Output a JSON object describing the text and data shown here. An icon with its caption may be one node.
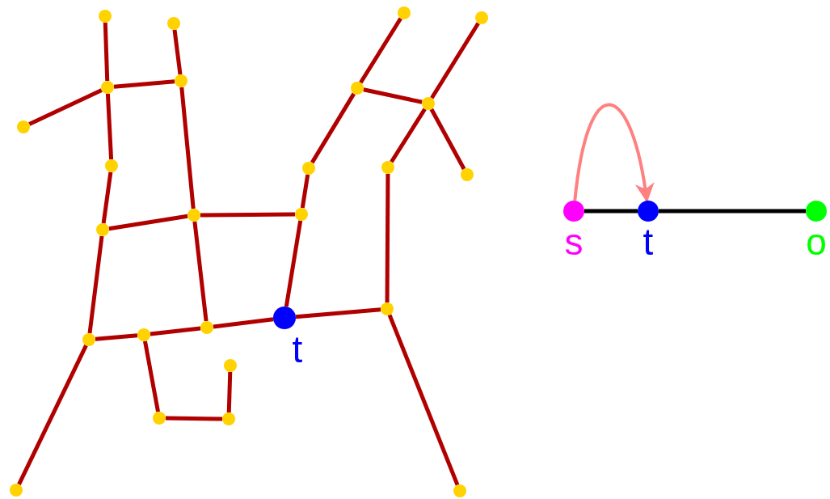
{
  "diagram": {
    "nodes": [
      {
        "text": [],
        "shape": "circle"
      },
      {
        "text": [],
        "shape": "circle"
      },
      {
        "text": [],
        "shape": "circle"
      },
      {
        "text": [],
        "shape": "circle"
      },
      {
        "text": [],
        "shape": "circle"
      },
      {
        "text": [],
        "shape": "circle"
      },
      {
        "text": [],
        "shape": "circle"
      },
      {
        "text": [],
        "shape": "circle"
      },
      {
        "text": [],
        "shape": "circle"
      },
      {
        "text": [],
        "shape": "circle"
      },
      {
        "text": [],
        "shape": "circle"
      },
      {
        "text": [],
        "shape": "circle"
      },
      {
        "text": [],
        "shape": "circle"
      },
      {
        "text": [],
        "shape": "circle"
      },
      {
        "text": [],
        "shape": "circle"
      },
      {
        "text": [],
        "shape": "circle"
      },
      {
        "text": [],
        "shape": "circle",
        "beside": [
          "t"
        ]
      },
      {
        "text": [],
        "shape": "circle"
      },
      {
        "text": [],
        "shape": "circle"
      },
      {
        "text": [],
        "shape": "circle"
      },
      {
        "text": [],
        "shape": "circle"
      },
      {
        "text": [],
        "shape": "circle"
      },
      {
        "text": [],
        "shape": "circle"
      },
      {
        "text": [],
        "shape": "circle"
      },
      {
        "text": [],
        "shape": "circle"
      },
      {
        "text": [],
        "shape": "circle"
      },
      {
        "text": [],
        "shape": "circle",
        "beside": [
          "s"
        ]
      },
      {
        "text": [],
        "shape": "circle",
        "beside": [
          "t"
        ]
      },
      {
        "text": [],
        "shape": "circle",
        "beside": [
          "o"
        ]
      }
    ],
    "edges": [
      {
        "from": 0,
        "to": 4,
        "arrow": "none"
      },
      {
        "from": 4,
        "to": 6,
        "arrow": "none"
      },
      {
        "from": 4,
        "to": 5,
        "arrow": "none"
      },
      {
        "from": 1,
        "to": 5,
        "arrow": "none"
      },
      {
        "from": 4,
        "to": 9,
        "arrow": "none"
      },
      {
        "from": 9,
        "to": 15,
        "arrow": "none"
      },
      {
        "from": 5,
        "to": 13,
        "arrow": "none"
      },
      {
        "from": 13,
        "to": 15,
        "arrow": "none"
      },
      {
        "from": 13,
        "to": 14,
        "arrow": "none"
      },
      {
        "from": 13,
        "to": 20,
        "arrow": "none"
      },
      {
        "from": 14,
        "to": 10,
        "arrow": "none"
      },
      {
        "from": 10,
        "to": 7,
        "arrow": "none"
      },
      {
        "from": 7,
        "to": 2,
        "arrow": "none"
      },
      {
        "from": 7,
        "to": 8,
        "arrow": "none"
      },
      {
        "from": 8,
        "to": 3,
        "arrow": "none"
      },
      {
        "from": 8,
        "to": 12,
        "arrow": "none"
      },
      {
        "from": 8,
        "to": 11,
        "arrow": "none"
      },
      {
        "from": 11,
        "to": 17,
        "arrow": "none"
      },
      {
        "from": 14,
        "to": 16,
        "arrow": "none"
      },
      {
        "from": 15,
        "to": 18,
        "arrow": "none"
      },
      {
        "from": 18,
        "to": 19,
        "arrow": "none"
      },
      {
        "from": 19,
        "to": 20,
        "arrow": "none"
      },
      {
        "from": 20,
        "to": 16,
        "arrow": "none"
      },
      {
        "from": 16,
        "to": 17,
        "arrow": "none"
      },
      {
        "from": 18,
        "to": 24,
        "arrow": "none"
      },
      {
        "from": 17,
        "to": 25,
        "arrow": "none"
      },
      {
        "from": 19,
        "to": 22,
        "arrow": "none"
      },
      {
        "from": 22,
        "to": 23,
        "arrow": "none"
      },
      {
        "from": 23,
        "to": 21,
        "arrow": "none"
      },
      {
        "from": 26,
        "to": 27,
        "arrow": "none",
        "color": "#000000"
      },
      {
        "from": 27,
        "to": 28,
        "arrow": "none",
        "color": "#000000"
      },
      {
        "from": 26,
        "to": 27,
        "arrow": "to",
        "color": "#ff8080"
      }
    ]
  }
}
